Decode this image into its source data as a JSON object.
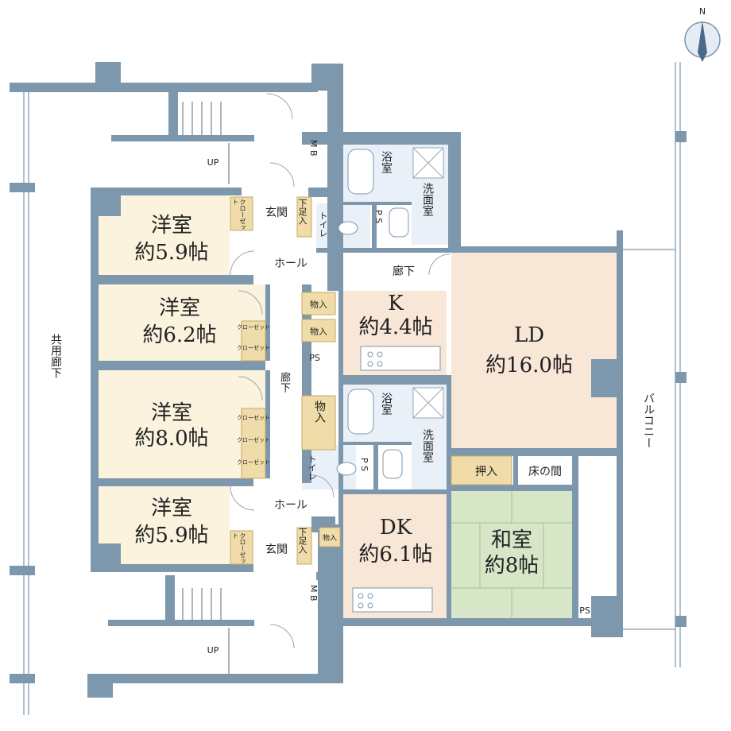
{
  "compass": {
    "north_label": "N"
  },
  "rooms": {
    "yo1": {
      "name": "洋室",
      "size": "約5.9帖"
    },
    "yo2": {
      "name": "洋室",
      "size": "約6.2帖"
    },
    "yo3": {
      "name": "洋室",
      "size": "約8.0帖"
    },
    "yo4": {
      "name": "洋室",
      "size": "約5.9帖"
    },
    "k": {
      "name": "K",
      "size": "約4.4帖"
    },
    "ld": {
      "name": "LD",
      "size": "約16.0帖"
    },
    "dk": {
      "name": "DK",
      "size": "約6.1帖"
    },
    "wa": {
      "name": "和室",
      "size": "約8帖"
    }
  },
  "labels": {
    "up": "UP",
    "mb": "M B",
    "genkan": "玄関",
    "geta": "下足入",
    "hall": "ホール",
    "roka": "廊下",
    "toilet": "トイレ",
    "yoku": "浴室",
    "senmen": "洗面室",
    "ps": "P S",
    "ps_short": "PS",
    "mono": "物入",
    "closet": "クローゼット",
    "oshi": "押入",
    "toko": "床の間",
    "kyoyo": "共用廊下",
    "balcony": "バルコニー"
  }
}
